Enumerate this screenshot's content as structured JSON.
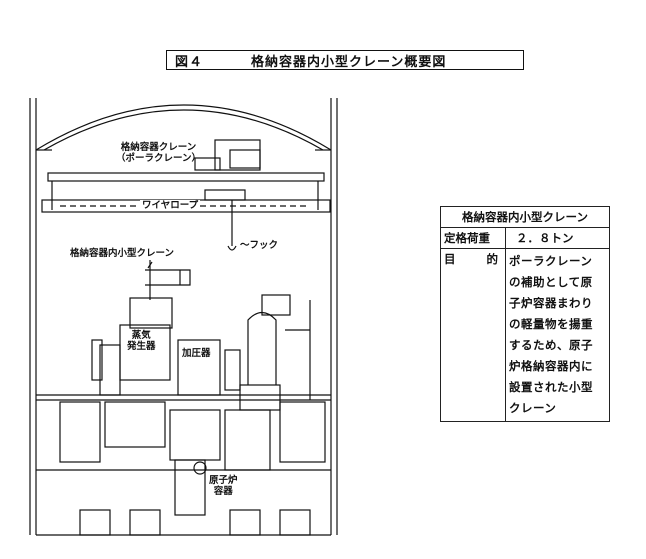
{
  "title": {
    "figure_no": "図４",
    "text": "格納容器内小型クレーン概要図"
  },
  "labels": {
    "polar_crane_1": "格納容器クレーン",
    "polar_crane_2": "（ポーラクレーン）",
    "wire_rope": "ワイヤロープ",
    "small_crane": "格納容器内小型クレーン",
    "hook": "フック",
    "sg_1": "蒸気",
    "sg_2": "発生器",
    "pressurizer": "加圧器",
    "rv_1": "原子炉",
    "rv_2": "容器"
  },
  "info_table": {
    "header": "格納容器内小型クレーン",
    "rated_load_key": "定格荷重",
    "rated_load_value": "２．８トン",
    "purpose_key_1": "目",
    "purpose_key_2": "的",
    "purpose_lines": [
      "ポーラクレーン",
      "の補助として原",
      "子炉容器まわり",
      "の軽量物を揚重",
      "するため、原子",
      "炉格納容器内に",
      "設置された小型",
      "クレーン"
    ]
  }
}
